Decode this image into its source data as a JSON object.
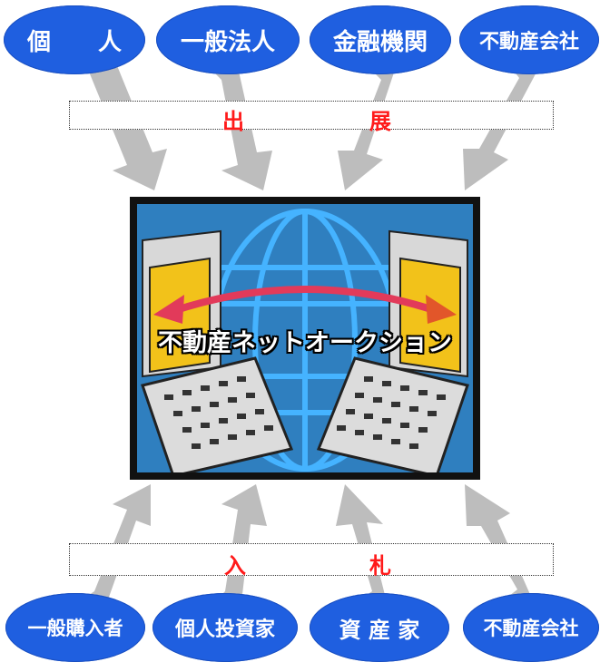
{
  "top_parties": [
    "個　　人",
    "一般法人",
    "金融機関",
    "不動産会社"
  ],
  "top_band_label": [
    "出",
    "展"
  ],
  "center_label": "不動産ネットオークション",
  "bottom_band_label": [
    "入",
    "札"
  ],
  "bottom_parties": [
    "一般購入者",
    "個人投資家",
    "資 産 家",
    "不動産会社"
  ],
  "colors": {
    "ellipse": "#1f5fe0",
    "band_text": "#ff1a1a",
    "arrow": "#bdbdbd",
    "screen_bg": "#2f7fbf"
  }
}
